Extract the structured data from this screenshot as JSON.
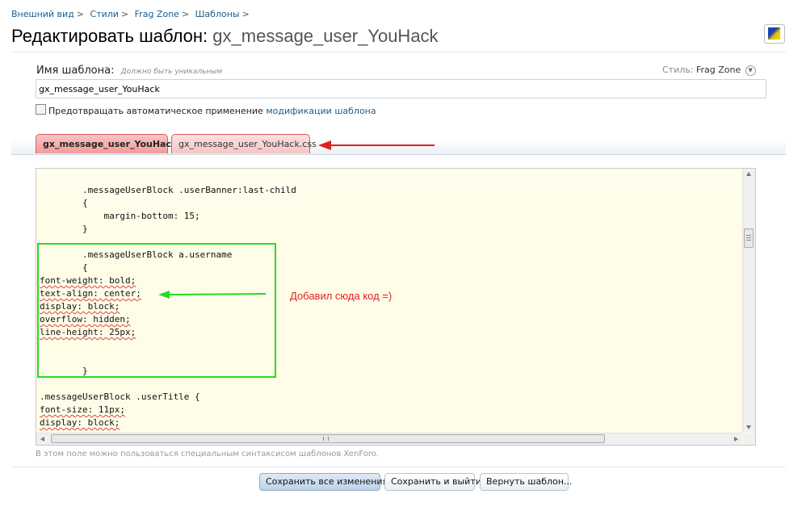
{
  "breadcrumb": [
    "Внешний вид",
    "Стили",
    "Frag Zone",
    "Шаблоны"
  ],
  "breadcrumb_separator": ">",
  "page": {
    "title_prefix": "Редактировать шаблон:",
    "template_name": "gx_message_user_YouHack",
    "top_icon": "style-properties-icon"
  },
  "form": {
    "name_label": "Имя шаблона:",
    "name_hint": "Должно быть уникальным",
    "style_label": "Стиль:",
    "style_value": "Frag Zone",
    "name_value": "gx_message_user_YouHack",
    "checkbox_text": "Предотвращать автоматическое применение",
    "checkbox_link": "модификации шаблона",
    "checkbox_checked": false
  },
  "tabs": [
    {
      "label": "gx_message_user_YouHack",
      "active": true
    },
    {
      "label": "gx_message_user_YouHack.css",
      "active": false
    }
  ],
  "editor": {
    "lines": [
      "        .messageUserBlock .userBanner:last-child",
      "        {",
      "            margin-bottom: 15;",
      "        }",
      "",
      "        .messageUserBlock a.username",
      "        {",
      "font-weight: bold;",
      "text-align: center;",
      "display: block;",
      "overflow: hidden;",
      "line-height: 25px;",
      "",
      "",
      "        }",
      "",
      ".messageUserBlock .userTitle {",
      "font-size: 11px;",
      "display: block;"
    ],
    "hint": "В этом поле можно пользоваться специальным синтаксисом шаблонов XenForo."
  },
  "annotation": {
    "text": "Добавил сюда код =)",
    "green_color": "#22dd22",
    "red_color": "#e02020"
  },
  "buttons": {
    "save_all": "Сохранить все изменения",
    "save_exit": "Сохранить и выйти",
    "revert": "Вернуть шаблон..."
  }
}
